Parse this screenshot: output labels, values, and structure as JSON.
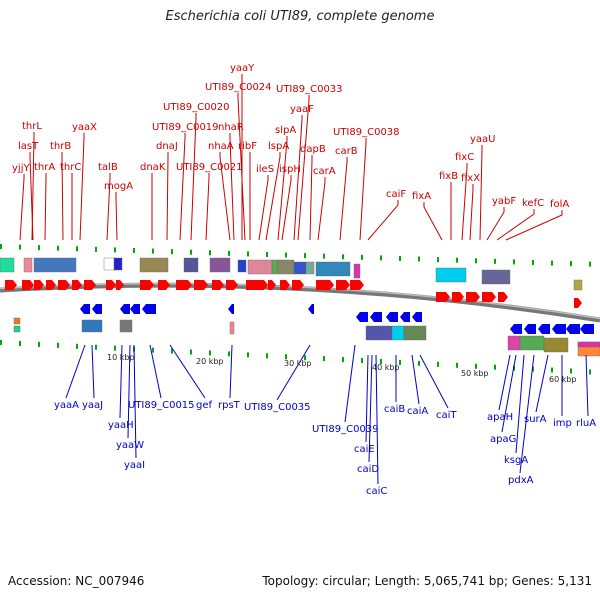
{
  "title": "Escherichia coli UTI89, complete genome",
  "footer": {
    "accession": "Accession: NC_007946",
    "topology": "Topology: circular; Length: 5,065,741 bp; Genes: 5,131"
  },
  "colors": {
    "top_label": "#cc0000",
    "bottom_label": "#0000cc",
    "forward_gene": "#ff0000",
    "reverse_gene": "#0000ee",
    "backbone": "#777777",
    "tick": "#00aa00"
  },
  "kbp_ticks": [
    "10 kbp",
    "20 kbp",
    "30 kbp",
    "40 kbp",
    "50 kbp",
    "60 kbp"
  ],
  "top_genes": [
    "yjjY",
    "lasT",
    "thrL",
    "thrA",
    "thrB",
    "thrC",
    "yaaX",
    "talB",
    "mogA",
    "dnaK",
    "dnaJ",
    "UTI89_C0019",
    "UTI89_C0020",
    "UTI89_C0021",
    "nhaA",
    "nhaR",
    "yaaY",
    "UTI89_C0024",
    "ribF",
    "ileS",
    "lspA",
    "slpA",
    "ispH",
    "yaaF",
    "UTI89_C0033",
    "dapB",
    "carA",
    "carB",
    "UTI89_C0038",
    "caiF",
    "fixA",
    "fixB",
    "fixC",
    "fixX",
    "yaaU",
    "yabF",
    "kefC",
    "folA"
  ],
  "bottom_genes": [
    "yaaA",
    "yaaJ",
    "yaaH",
    "yaaW",
    "yaaI",
    "UTI89_C0015",
    "gef",
    "rpsT",
    "UTI89_C0035",
    "UTI89_C0039",
    "caiE",
    "caiD",
    "caiC",
    "caiB",
    "caiA",
    "caiT",
    "apaH",
    "apaG",
    "ksgA",
    "pdxA",
    "surA",
    "imp",
    "rluA"
  ]
}
